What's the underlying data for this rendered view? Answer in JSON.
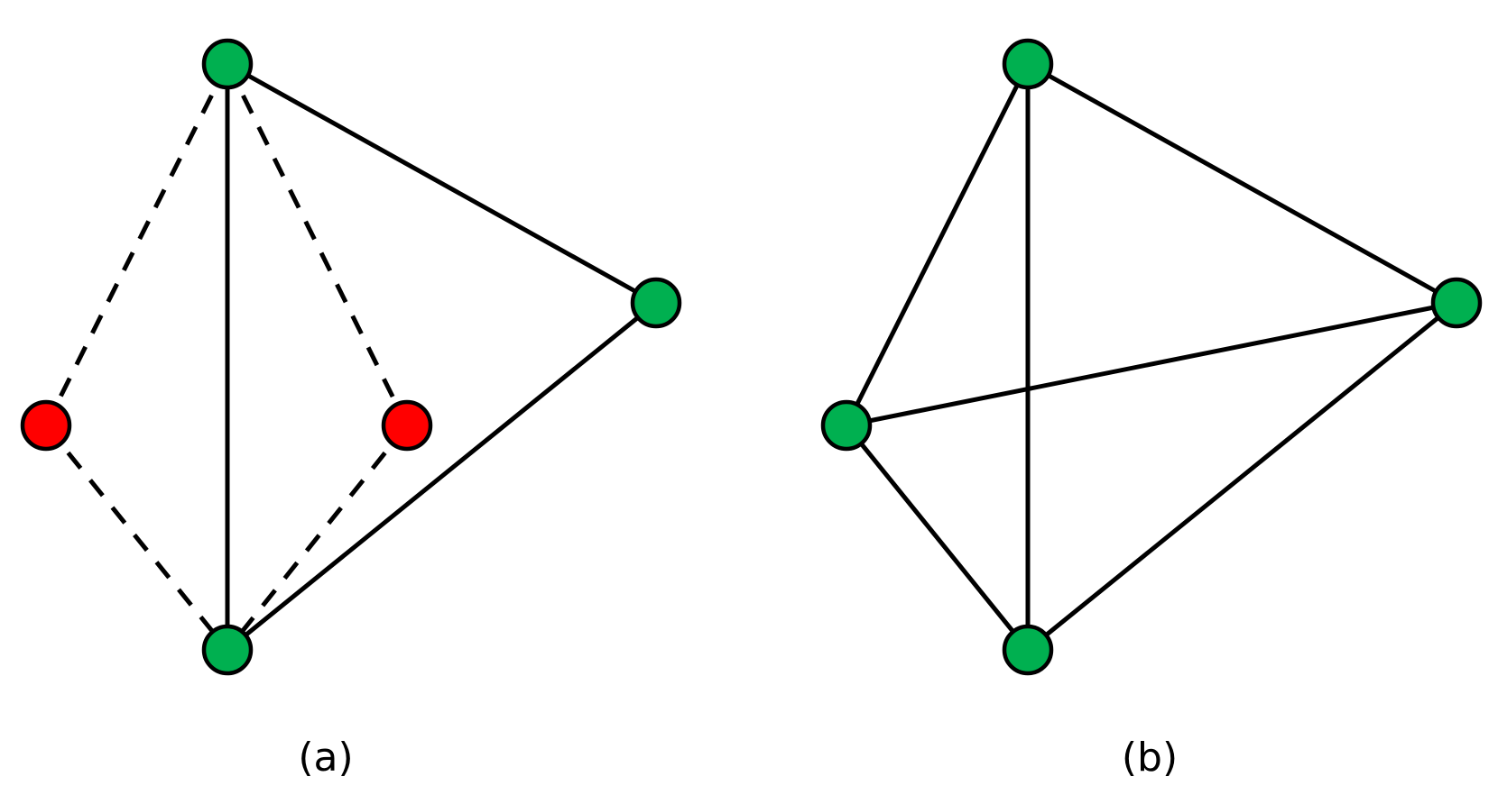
{
  "colors": {
    "edge": "#000000",
    "node_stroke": "#000000",
    "node_green": "#00b050",
    "node_red": "#ff0000"
  },
  "panels": [
    {
      "id": "a",
      "caption": "(a)",
      "nodes": [
        {
          "id": "a-top",
          "fill": "green"
        },
        {
          "id": "a-right",
          "fill": "green"
        },
        {
          "id": "a-bottom",
          "fill": "green"
        },
        {
          "id": "a-left-red",
          "fill": "red"
        },
        {
          "id": "a-mid-red",
          "fill": "red"
        }
      ],
      "edges": [
        {
          "from": "a-top",
          "to": "a-bottom",
          "style": "solid"
        },
        {
          "from": "a-top",
          "to": "a-right",
          "style": "solid"
        },
        {
          "from": "a-right",
          "to": "a-bottom",
          "style": "solid"
        },
        {
          "from": "a-top",
          "to": "a-left-red",
          "style": "dashed"
        },
        {
          "from": "a-left-red",
          "to": "a-bottom",
          "style": "dashed"
        },
        {
          "from": "a-top",
          "to": "a-mid-red",
          "style": "dashed"
        },
        {
          "from": "a-mid-red",
          "to": "a-bottom",
          "style": "dashed"
        }
      ]
    },
    {
      "id": "b",
      "caption": "(b)",
      "nodes": [
        {
          "id": "b-top",
          "fill": "green"
        },
        {
          "id": "b-right",
          "fill": "green"
        },
        {
          "id": "b-bottom",
          "fill": "green"
        },
        {
          "id": "b-left",
          "fill": "green"
        }
      ],
      "edges": [
        {
          "from": "b-top",
          "to": "b-bottom",
          "style": "solid"
        },
        {
          "from": "b-top",
          "to": "b-right",
          "style": "solid"
        },
        {
          "from": "b-right",
          "to": "b-bottom",
          "style": "solid"
        },
        {
          "from": "b-left",
          "to": "b-top",
          "style": "solid"
        },
        {
          "from": "b-left",
          "to": "b-right",
          "style": "solid"
        },
        {
          "from": "b-left",
          "to": "b-bottom",
          "style": "solid"
        }
      ]
    }
  ]
}
